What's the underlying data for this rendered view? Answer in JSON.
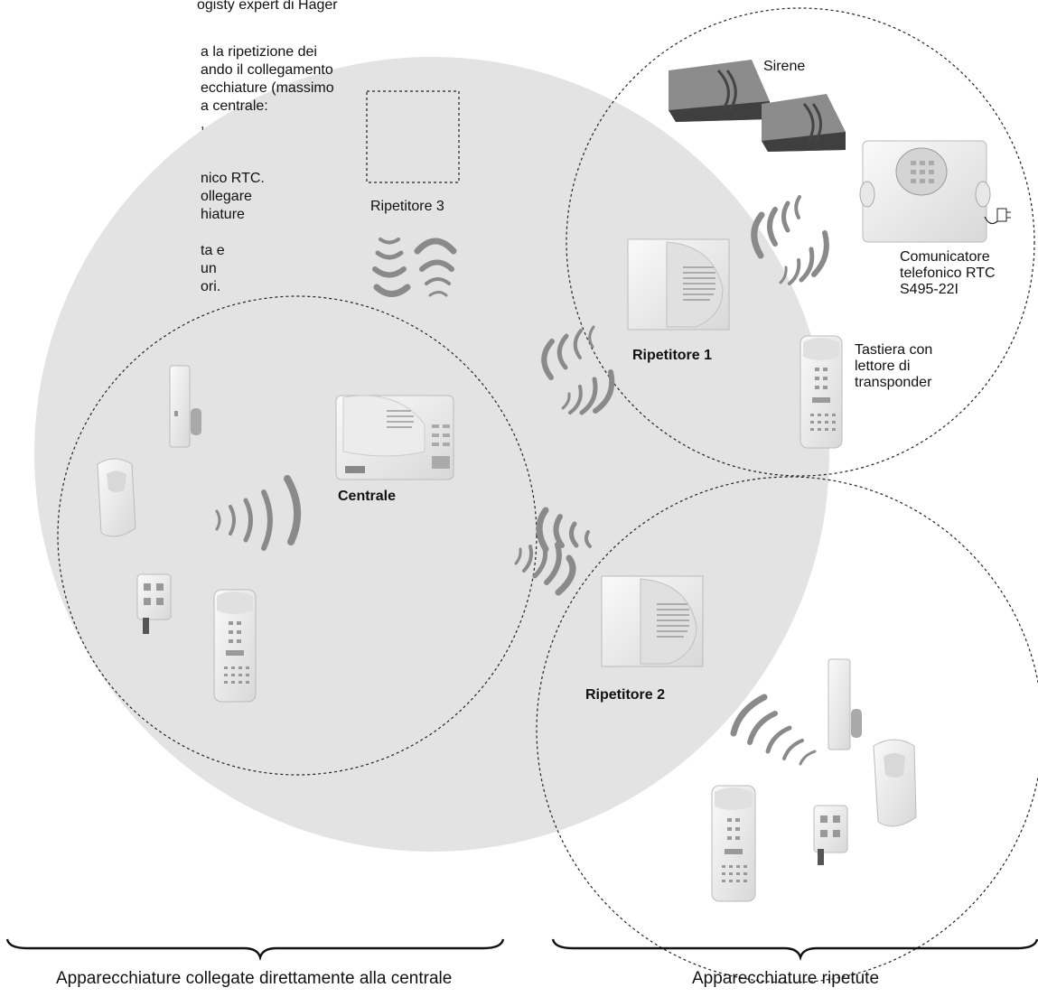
{
  "intro_lines": [
    "ogisty expert di Hager",
    "a  la  ripetizione  dei",
    "ando il collegamento",
    "ecchiature (massimo",
    "a centrale:",
    ",",
    "nico RTC.",
    "ollegare",
    "hiature",
    "ta  e",
    " un",
    "ori."
  ],
  "labels": {
    "ripetitore3": "Ripetitore 3",
    "ripetitore1": "Ripetitore 1",
    "ripetitore2": "Ripetitore 2",
    "centrale": "Centrale",
    "sirene": "Sirene",
    "comunicatore": [
      "Comunicatore",
      "telefonico RTC",
      "S495-22I"
    ],
    "tastiera": [
      "Tastiera con",
      "lettore di",
      "transponder"
    ]
  },
  "captions": {
    "left": "Apparecchiature collegate direttamente alla centrale",
    "right": "Apparecchiature ripetute"
  },
  "colors": {
    "coverage_fill": "#e3e3e3",
    "wave": "#8a8a8a",
    "device_body": "#f1f1f1",
    "siren_dark": "#555555"
  }
}
